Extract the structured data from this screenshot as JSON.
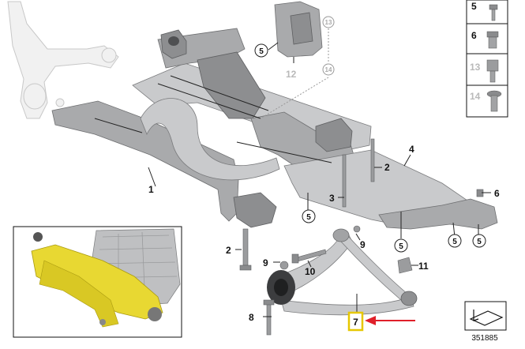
{
  "callouts": {
    "c1": "1",
    "c2a": "2",
    "c2b": "2",
    "c3": "3",
    "c4": "4",
    "c5a": "5",
    "c5b": "5",
    "c5c": "5",
    "c5d": "5",
    "c5e": "5",
    "c6": "6",
    "c7": "7",
    "c8": "8",
    "c9a": "9",
    "c9b": "9",
    "c10": "10",
    "c11": "11",
    "c12": "12",
    "c13": "13",
    "c14": "14"
  },
  "legend": {
    "items": [
      "5",
      "6",
      "13",
      "14"
    ]
  },
  "diagram_number": "351885",
  "colors": {
    "highlight_box": "#e6c700",
    "arrow": "#e0202a",
    "inset_highlight": "#e8d832"
  }
}
